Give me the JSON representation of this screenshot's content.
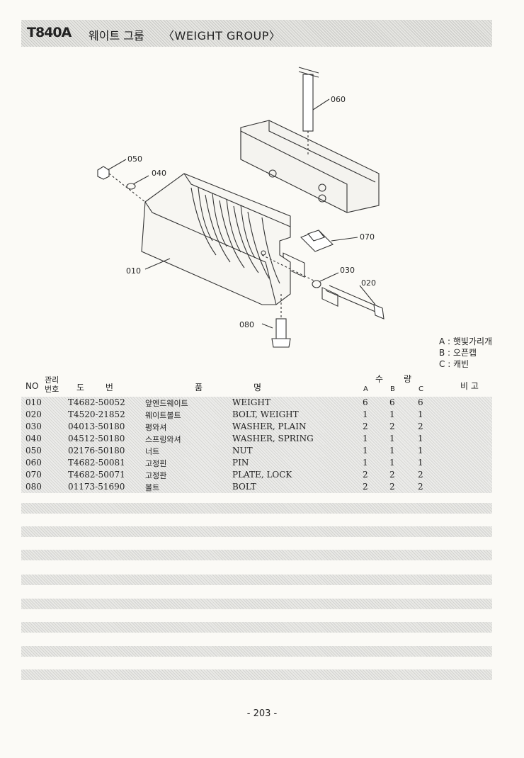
{
  "header": {
    "code": "T840A",
    "title_ko": "웨이트 그룹",
    "title_en": "〈WEIGHT GROUP〉"
  },
  "callouts": [
    "060",
    "050",
    "040",
    "070",
    "010",
    "030",
    "020",
    "080"
  ],
  "legend": [
    "A : 햇빛가리개",
    "B : 오픈캡",
    "C : 캐빈"
  ],
  "table": {
    "headers": {
      "no": "NO",
      "mgmt_top": "관리",
      "mgmt_bottom": "번호",
      "drawing": "도 번",
      "item": "품",
      "name": "명",
      "qty_left": "수",
      "qty_right": "량",
      "a": "A",
      "b": "B",
      "c": "C",
      "remarks": "비 고"
    },
    "rows": [
      {
        "no": "010",
        "part": "T4682-50052",
        "ko": "앞엔드웨이트",
        "en": "WEIGHT",
        "a": "6",
        "b": "6",
        "c": "6"
      },
      {
        "no": "020",
        "part": "T4520-21852",
        "ko": "웨이트볼트",
        "en": "BOLT, WEIGHT",
        "a": "1",
        "b": "1",
        "c": "1"
      },
      {
        "no": "030",
        "part": "04013-50180",
        "ko": "평와셔",
        "en": "WASHER, PLAIN",
        "a": "2",
        "b": "2",
        "c": "2"
      },
      {
        "no": "040",
        "part": "04512-50180",
        "ko": "스프링와셔",
        "en": "WASHER, SPRING",
        "a": "1",
        "b": "1",
        "c": "1"
      },
      {
        "no": "050",
        "part": "02176-50180",
        "ko": "너트",
        "en": "NUT",
        "a": "1",
        "b": "1",
        "c": "1"
      },
      {
        "no": "060",
        "part": "T4682-50081",
        "ko": "고정핀",
        "en": "PIN",
        "a": "1",
        "b": "1",
        "c": "1"
      },
      {
        "no": "070",
        "part": "T4682-50071",
        "ko": "고정판",
        "en": "PLATE, LOCK",
        "a": "2",
        "b": "2",
        "c": "2"
      },
      {
        "no": "080",
        "part": "01173-51690",
        "ko": "볼트",
        "en": "BOLT",
        "a": "2",
        "b": "2",
        "c": "2"
      }
    ]
  },
  "page_number": "- 203 -"
}
